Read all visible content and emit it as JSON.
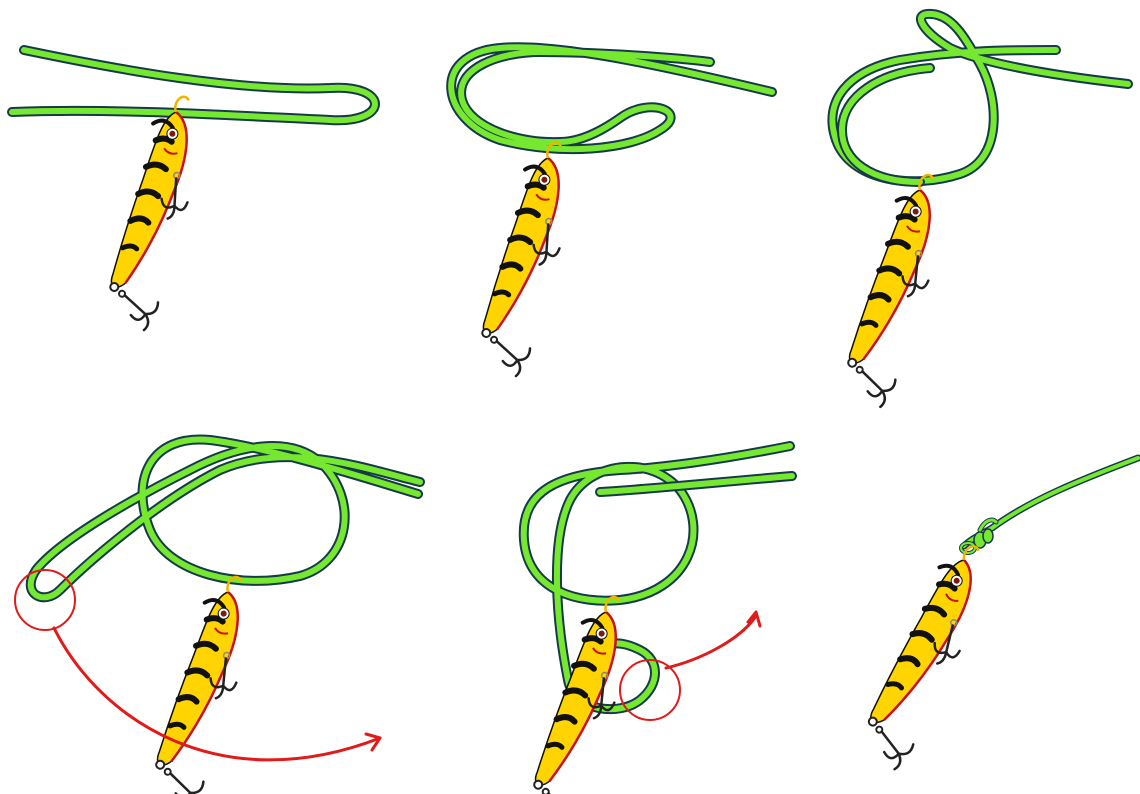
{
  "diagram": {
    "kind": "knot-tying-steps",
    "step_count": 6,
    "steps": [
      {
        "step": 1,
        "shows": "line-doubled-through-eye"
      },
      {
        "step": 2,
        "shows": "loop-folded-back"
      },
      {
        "step": 3,
        "shows": "overhand-loop-formed"
      },
      {
        "step": 4,
        "shows": "loop-pulled-over-lure",
        "has_arrow": true,
        "has_highlight_circle": true
      },
      {
        "step": 5,
        "shows": "loop-passed-around-lure",
        "has_arrow": true,
        "has_highlight_circle": true
      },
      {
        "step": 6,
        "shows": "finished-knot-tightened"
      }
    ]
  },
  "colors": {
    "line": "#77e830",
    "line_outline": "#173a4a",
    "lure_body": "#ffd400",
    "lure_stripes": "#111111",
    "lure_belly_edge": "#c81010",
    "eye_ring": "#ffffff",
    "eye_pupil": "#7a1a10",
    "hook": "#222222",
    "split_ring": "#888888",
    "arrow": "#e11a1a",
    "highlight_circle": "#e11a1a",
    "background": "#ffffff"
  },
  "icons": [
    "fishing-lure-icon",
    "treble-hook-icon",
    "fishing-line",
    "red-arrow",
    "highlight-circle"
  ]
}
